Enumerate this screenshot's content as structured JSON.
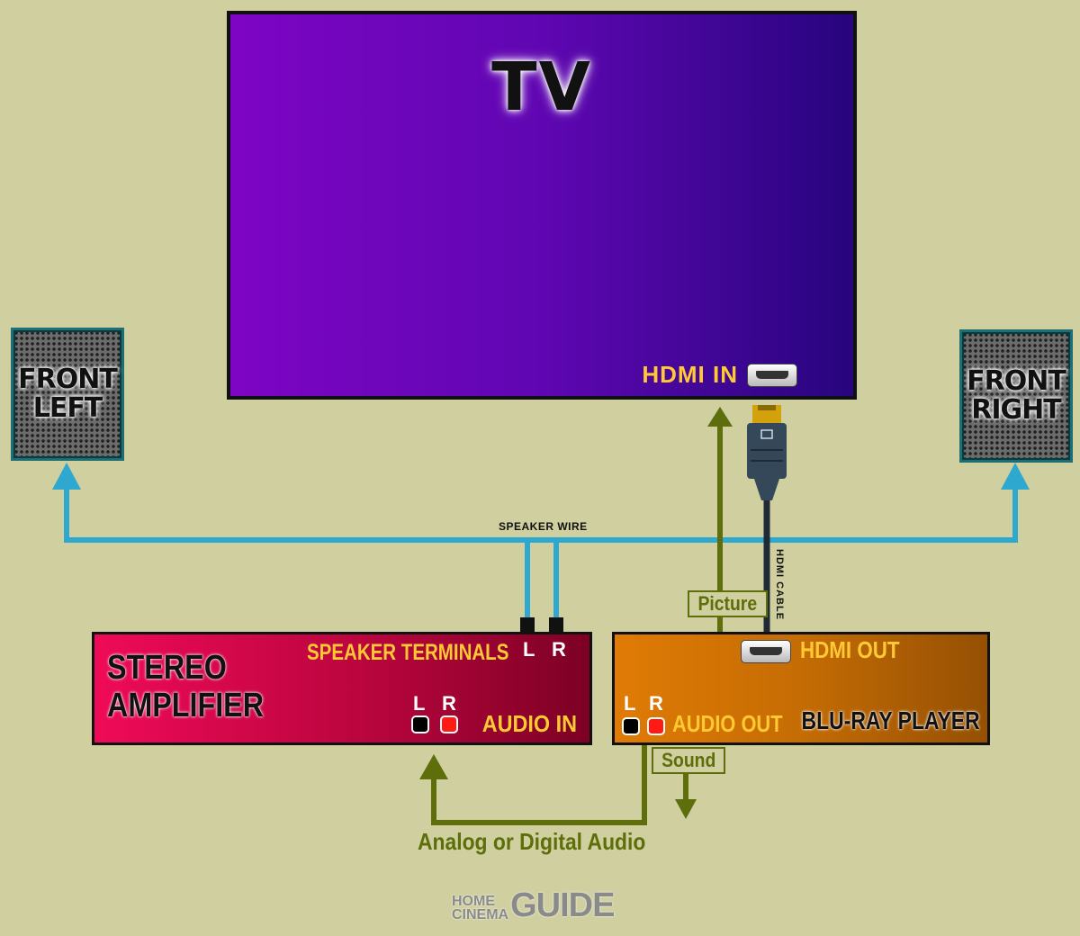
{
  "tv": {
    "title": "TV",
    "hdmi_in_label": "HDMI IN"
  },
  "speakers": {
    "front_left": {
      "line1": "FRONT",
      "line2": "LEFT"
    },
    "front_right": {
      "line1": "FRONT",
      "line2": "RIGHT"
    }
  },
  "speaker_wire_label": "SPEAKER WIRE",
  "hdmi_cable_label": "HDMI CABLE",
  "amplifier": {
    "title_line1": "STEREO",
    "title_line2": "AMPLIFIER",
    "speaker_terminals_label": "SPEAKER TERMINALS",
    "terminal_left": "L",
    "terminal_right": "R",
    "audio_in_label": "AUDIO IN",
    "jack_left": "L",
    "jack_right": "R"
  },
  "bluray": {
    "title": "BLU-RAY PLAYER",
    "hdmi_out_label": "HDMI OUT",
    "audio_out_label": "AUDIO OUT",
    "jack_left": "L",
    "jack_right": "R"
  },
  "signals": {
    "picture": "Picture",
    "sound": "Sound",
    "analog_digital": "Analog or Digital Audio"
  },
  "logo": {
    "home": "HOME",
    "cinema": "CINEMA",
    "guide": "GUIDE"
  },
  "colors": {
    "background": "#cfcfa0",
    "speaker_wire": "#2fa8d0",
    "signal": "#5d6e0a",
    "label_yellow": "#ffc934"
  }
}
